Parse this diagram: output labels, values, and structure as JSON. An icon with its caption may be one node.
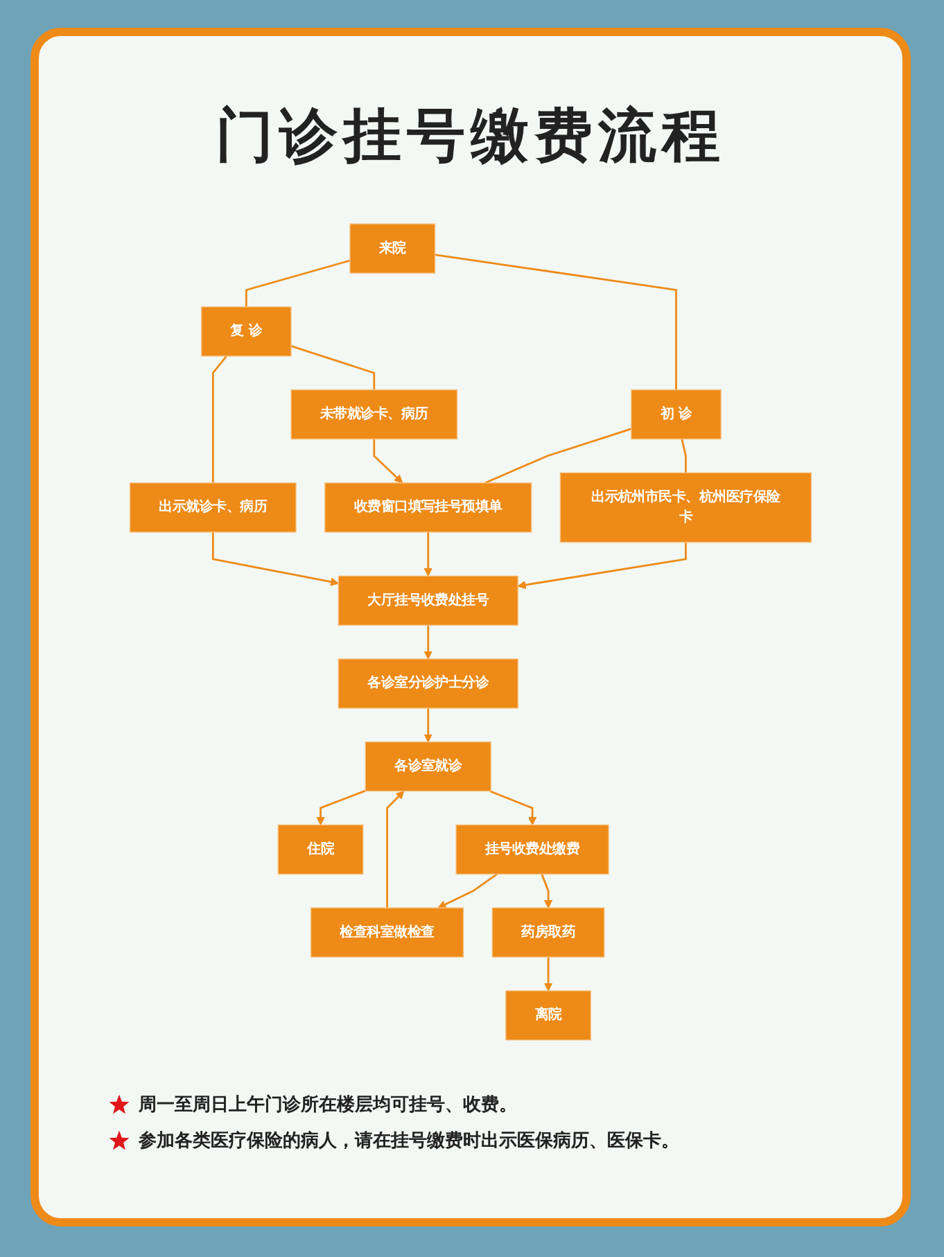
{
  "diagram": {
    "title": "门诊挂号缴费流程",
    "nodes": [
      {
        "text": [
          "来院"
        ]
      },
      {
        "text": [
          "初 诊"
        ]
      },
      {
        "text": [
          "复 诊"
        ]
      },
      {
        "text": [
          "出示杭州市民卡、杭州医疗保险卡"
        ]
      },
      {
        "text": [
          "收费窗口填写挂号预填单"
        ]
      },
      {
        "text": [
          "未带就诊卡、病历"
        ]
      },
      {
        "text": [
          "出示就诊卡、病历"
        ]
      },
      {
        "text": [
          "大厅挂号收费处挂号"
        ]
      },
      {
        "text": [
          "各诊室分诊护士分诊"
        ]
      },
      {
        "text": [
          "住院"
        ]
      },
      {
        "text": [
          "各诊室就诊"
        ]
      },
      {
        "text": [
          "挂号收费处缴费"
        ]
      },
      {
        "text": [
          "检查科室做检查"
        ]
      },
      {
        "text": [
          "药房取药"
        ]
      },
      {
        "text": [
          "离院"
        ]
      }
    ],
    "edges": [
      {
        "from": 0,
        "to": 1,
        "arrow": "none"
      },
      {
        "from": 0,
        "to": 2,
        "arrow": "none"
      },
      {
        "from": 1,
        "to": 3,
        "arrow": "none"
      },
      {
        "from": 1,
        "to": 4,
        "arrow": "none"
      },
      {
        "from": 2,
        "to": 5,
        "arrow": "none"
      },
      {
        "from": 2,
        "to": 6,
        "arrow": "none"
      },
      {
        "from": 5,
        "to": 4,
        "arrow": "to"
      },
      {
        "from": 3,
        "to": 7,
        "arrow": "to"
      },
      {
        "from": 4,
        "to": 7,
        "arrow": "to"
      },
      {
        "from": 6,
        "to": 7,
        "arrow": "to"
      },
      {
        "from": 7,
        "to": 8,
        "arrow": "to"
      },
      {
        "from": 8,
        "to": 10,
        "arrow": "to"
      },
      {
        "from": 10,
        "to": 9,
        "arrow": "to"
      },
      {
        "from": 10,
        "to": 11,
        "arrow": "to"
      },
      {
        "from": 11,
        "to": 12,
        "arrow": "to"
      },
      {
        "from": 12,
        "to": 10,
        "arrow": "to"
      },
      {
        "from": 11,
        "to": 13,
        "arrow": "to"
      },
      {
        "from": 13,
        "to": 14,
        "arrow": "to"
      }
    ],
    "labels": [
      "周一至周日上午门诊所在楼层均可挂号、收费。",
      "参加各类医疗保险的病人，请在挂号缴费时出示医保病历、医保卡。"
    ]
  }
}
